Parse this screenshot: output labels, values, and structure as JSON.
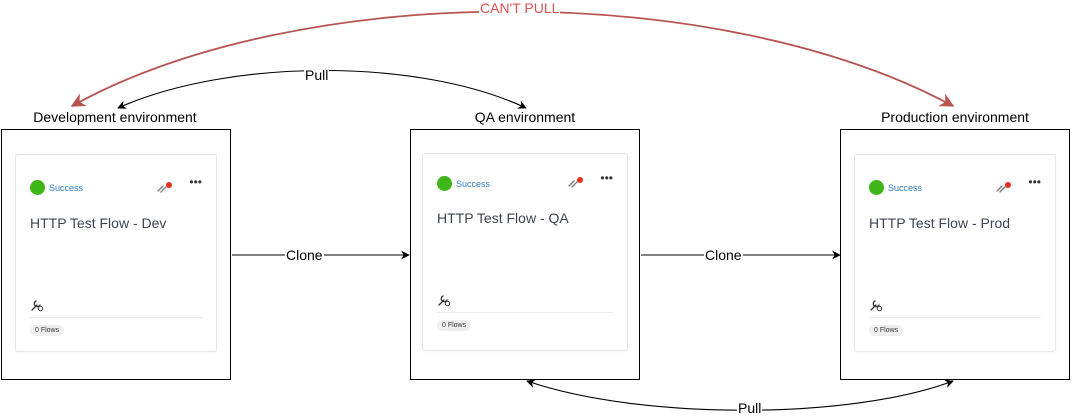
{
  "environments": [
    {
      "title": "Development environment",
      "status": "Success",
      "flow_title": "HTTP Test Flow - Dev",
      "flows_badge": "0 Flows"
    },
    {
      "title": "QA environment",
      "status": "Success",
      "flow_title": "HTTP Test Flow - QA",
      "flows_badge": "0 Flows"
    },
    {
      "title": "Production environment",
      "status": "Success",
      "flow_title": "HTTP Test Flow - Prod",
      "flows_badge": "0 Flows"
    }
  ],
  "edges": {
    "cant_pull": "CAN'T PULL",
    "pull_dev_qa": "Pull",
    "clone_dev_qa": "Clone",
    "clone_qa_prod": "Clone",
    "pull_qa_prod": "Pull"
  },
  "colors": {
    "cant_pull": "#b85450",
    "status_dot": "#3fb618",
    "status_text": "#2f7dc1",
    "link_dot": "#e8301f"
  },
  "icons": {
    "status": "status-dot-icon",
    "link": "broken-link-icon",
    "more": "more-dots-icon",
    "wrench": "wrench-icon"
  }
}
